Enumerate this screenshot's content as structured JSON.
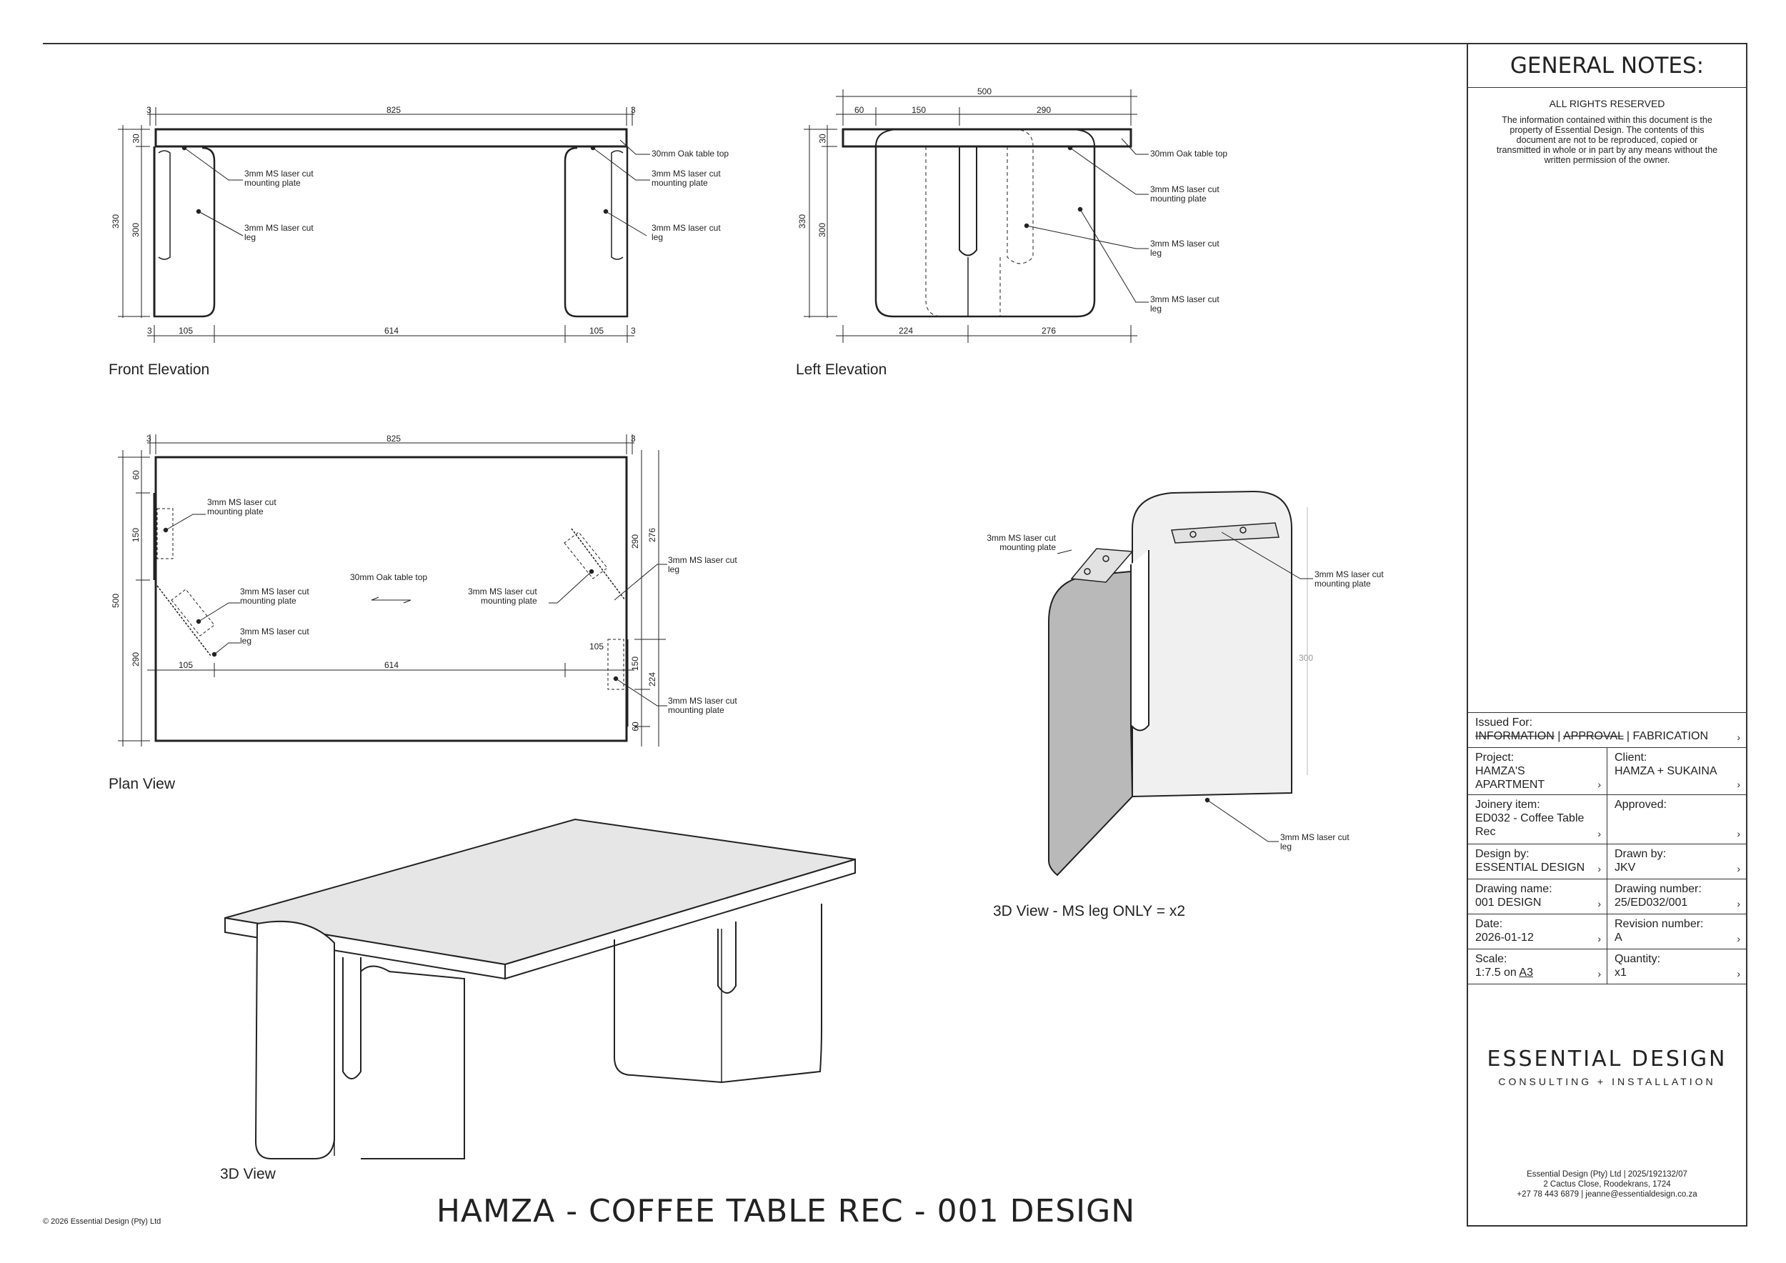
{
  "views": {
    "front_elevation": "Front Elevation",
    "left_elevation": "Left Elevation",
    "plan_view": "Plan View",
    "view_3d": "3D View",
    "view_3d_leg": "3D View - MS leg ONLY = x2"
  },
  "drawing_title": "HAMZA - COFFEE TABLE REC - 001 DESIGN",
  "copyright": "© 2026 Essential Design (Pty) Ltd",
  "dims": {
    "d825": "825",
    "d3": "3",
    "d30": "30",
    "d330": "330",
    "d300": "300",
    "d105": "105",
    "d614": "614",
    "d500": "500",
    "d60": "60",
    "d150": "150",
    "d290": "290",
    "d224": "224",
    "d276": "276"
  },
  "callouts": {
    "oak_top": "30mm Oak table top",
    "plate_l1": "3mm MS laser cut",
    "plate_l2": "mounting plate",
    "leg_l1": "3mm MS laser cut",
    "leg_l2": "leg"
  },
  "title_block": {
    "heading": "GENERAL NOTES:",
    "rights": "ALL RIGHTS RESERVED",
    "notes": "The information contained within this document is the property of Essential Design. The contents of this document are not to be reproduced, copied or transmitted in whole or in part by any means without the written permission of the owner.",
    "issued_for_label": "Issued For:",
    "issued_information": "INFORMATION",
    "issued_sep1": "|",
    "issued_approval": "APPROVAL",
    "issued_sep2": "|",
    "issued_fabrication": "FABRICATION",
    "project_label": "Project:",
    "project_value": "HAMZA'S APARTMENT",
    "client_label": "Client:",
    "client_value": "HAMZA + SUKAINA",
    "joinery_label": "Joinery item:",
    "joinery_value": "ED032 - Coffee Table Rec",
    "approved_label": "Approved:",
    "approved_value": "",
    "design_label": "Design by:",
    "design_value": "ESSENTIAL DESIGN",
    "drawn_label": "Drawn by:",
    "drawn_value": "JKV",
    "drawing_name_label": "Drawing name:",
    "drawing_name_value": "001 DESIGN",
    "drawing_number_label": "Drawing number:",
    "drawing_number_value": "25/ED032/001",
    "date_label": "Date:",
    "date_value": "2026-01-12",
    "revision_label": "Revision number:",
    "revision_value": "A",
    "scale_label": "Scale:",
    "scale_value_prefix": "1:7.5 on ",
    "scale_value_paper": "A3",
    "quantity_label": "Quantity:",
    "quantity_value": "x1",
    "chevron": "›",
    "brand": "ESSENTIAL DESIGN",
    "tagline": "CONSULTING + INSTALLATION",
    "addr1": "Essential Design (Pty) Ltd  |  2025/192132/07",
    "addr2": "2 Cactus Close, Roodekrans, 1724",
    "addr3": "+27 78 443 6879  |  jeanne@essentialdesign.co.za"
  }
}
